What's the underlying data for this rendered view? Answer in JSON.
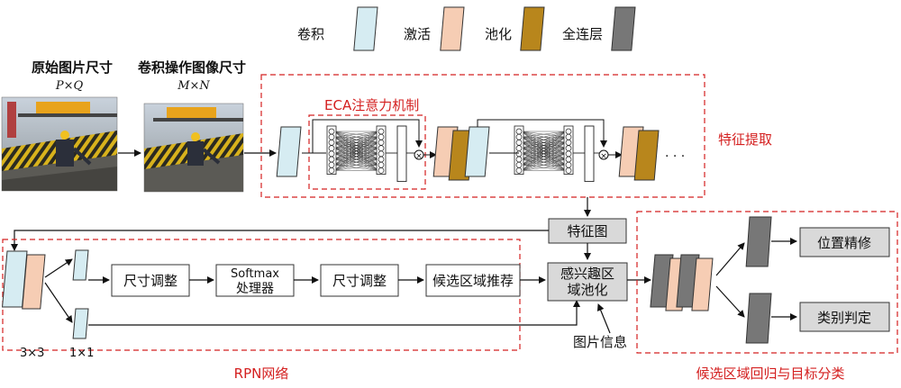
{
  "legend": [
    {
      "label": "卷积",
      "color": "#d6ecf2"
    },
    {
      "label": "激活",
      "color": "#f6cdb4"
    },
    {
      "label": "池化",
      "color": "#b8861c"
    },
    {
      "label": "全连层",
      "color": "#777777"
    }
  ],
  "images": {
    "original_title": "原始图片尺寸",
    "original_size": "P×Q",
    "conv_title": "卷积操作图像尺寸",
    "conv_size": "M×N"
  },
  "eca": {
    "title": "ECA注意力机制"
  },
  "feature_extraction": {
    "label": "特征提取",
    "ellipsis": "· · ·"
  },
  "feature_map": "特征图",
  "rpn": {
    "label": "RPN网络",
    "resize1": "尺寸调整",
    "softmax_line1": "Softmax",
    "softmax_line2": "处理器",
    "resize2": "尺寸调整",
    "proposal": "候选区域推荐",
    "kernel_3": "3×3",
    "kernel_1": "1×1"
  },
  "roi": {
    "line1": "感兴趣区",
    "line2": "域池化"
  },
  "image_info": "图片信息",
  "head": {
    "label": "候选区域回归与目标分类",
    "refine": "位置精修",
    "classify": "类别判定"
  },
  "colors": {
    "red": "#d42020",
    "box_gray": "#d9d9d9",
    "conv": "#d6ecf2",
    "act": "#f6cdb4",
    "pool": "#b8861c",
    "fc": "#777777"
  }
}
